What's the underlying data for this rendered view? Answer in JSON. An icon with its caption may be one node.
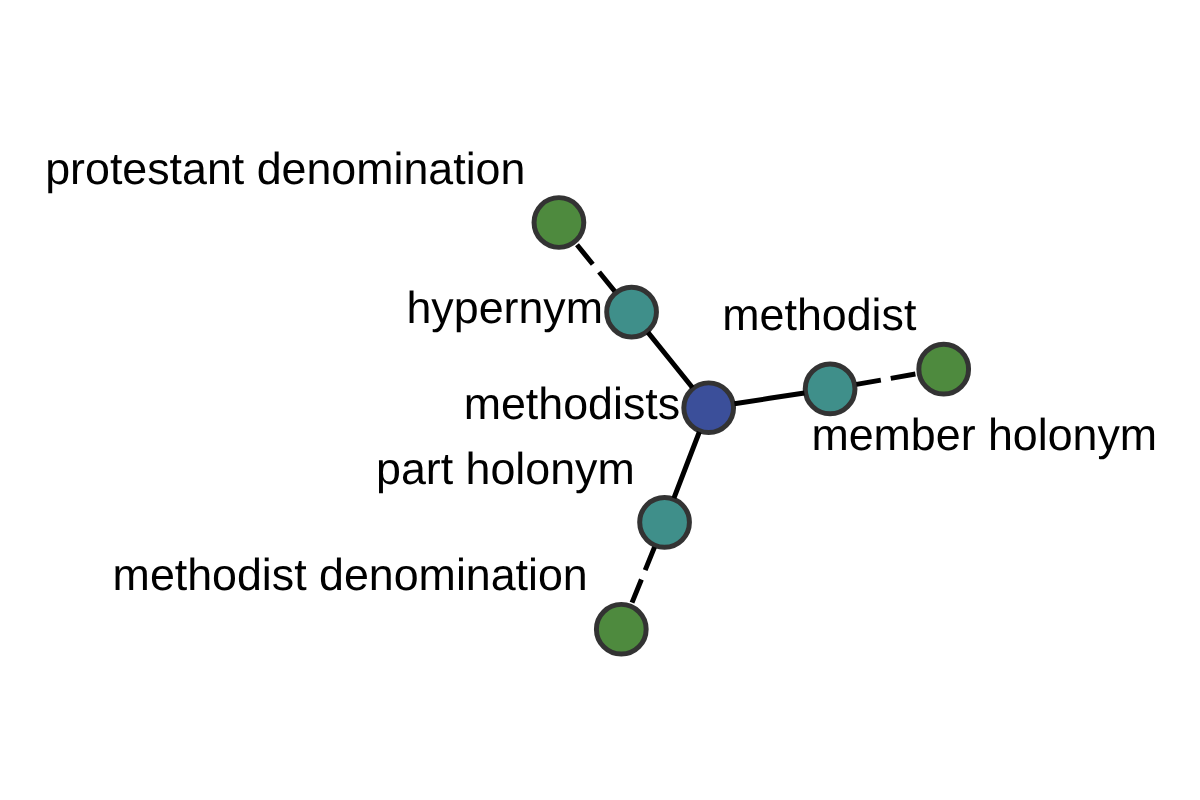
{
  "diagram": {
    "nodes": [
      {
        "text": [
          "protestant denomination"
        ]
      },
      {
        "text": [
          "hypernym"
        ]
      },
      {
        "text": [
          "methodists"
        ]
      },
      {
        "text": [
          "member holonym"
        ]
      },
      {
        "text": [
          "methodist"
        ]
      },
      {
        "text": [
          "part holonym"
        ]
      },
      {
        "text": [
          "methodist denomination"
        ]
      }
    ],
    "edges": [
      {
        "from": 1,
        "to": 0,
        "arrow": "none",
        "style": "dashed"
      },
      {
        "from": 2,
        "to": 1,
        "arrow": "none"
      },
      {
        "from": 2,
        "to": 3,
        "arrow": "none"
      },
      {
        "from": 3,
        "to": 4,
        "arrow": "none",
        "style": "dashed"
      },
      {
        "from": 2,
        "to": 5,
        "arrow": "none"
      },
      {
        "from": 5,
        "to": 6,
        "arrow": "none",
        "style": "dashed"
      }
    ]
  }
}
